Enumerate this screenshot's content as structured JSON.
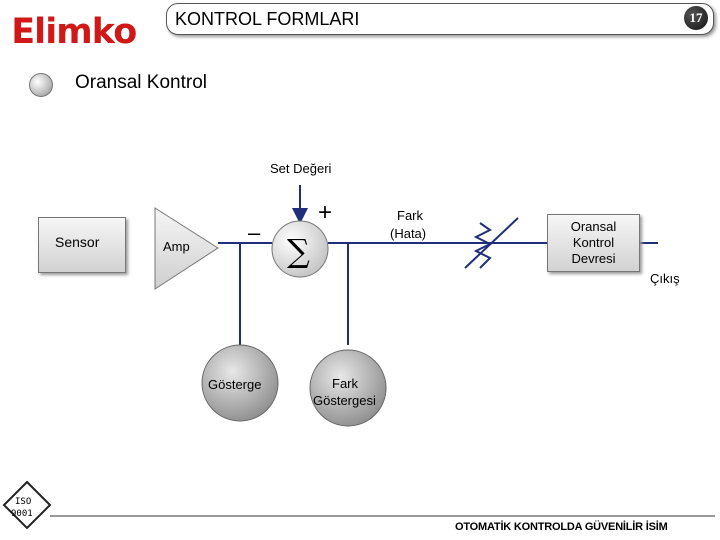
{
  "header": {
    "logo_text": "Elimko",
    "title": "KONTROL FORMLARI",
    "page_number": "17"
  },
  "section": {
    "title": "Oransal Kontrol"
  },
  "diagram": {
    "sensor_label": "Sensor",
    "amp_label": "Amp",
    "setpoint_label": "Set Değeri",
    "plus_sign": "+",
    "minus_sign": "–",
    "sum_symbol": "∑",
    "difference_label_line1": "Fark",
    "difference_label_line2": "(Hata)",
    "controller_line1": "Oransal",
    "controller_line2": "Kontrol",
    "controller_line3": "Devresi",
    "output_label": "Çıkış",
    "indicator_label": "Gösterge",
    "diff_indicator_line1": "Fark",
    "diff_indicator_line2": "Göstergesi",
    "colors": {
      "connector": "#1f2f7a",
      "logo": "#d01818",
      "box_fill_top": "#f6f6f6",
      "box_fill_bottom": "#d2d2d2"
    }
  },
  "footer": {
    "iso_line1": "ISO",
    "iso_line2": "9001",
    "text": "OTOMATİK KONTROLDA GÜVENİLİR İSİM"
  }
}
